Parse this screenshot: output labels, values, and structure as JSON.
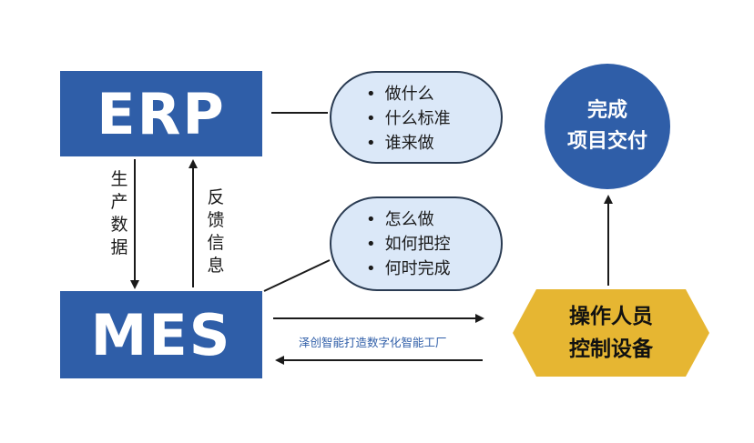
{
  "erp": {
    "label": "ERP"
  },
  "mes": {
    "label": "MES"
  },
  "erp_bullets": {
    "items": [
      "做什么",
      "什么标准",
      "谁来做"
    ]
  },
  "mes_bullets": {
    "items": [
      "怎么做",
      "如何把控",
      "何时完成"
    ]
  },
  "delivery": {
    "line1": "完成",
    "line2": "项目交付"
  },
  "operators": {
    "line1": "操作人员",
    "line2": "控制设备"
  },
  "arrow_labels": {
    "down": "生产数据",
    "up": "反馈信息"
  },
  "caption": "泽创智能打造数字化智能工厂",
  "colors": {
    "box_blue": "#2f5ea8",
    "pill_fill": "#dbe8f8",
    "hex_gold": "#e6b632",
    "line": "#1a1a1a"
  }
}
